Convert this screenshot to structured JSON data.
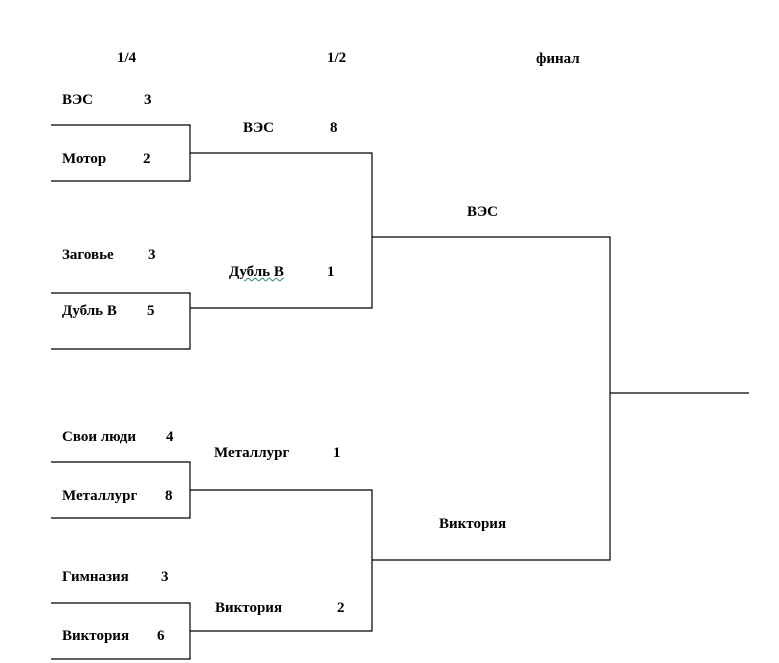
{
  "rounds": {
    "quarter": "1/4",
    "semi": "1/2",
    "final": "финал"
  },
  "quarterfinals": [
    {
      "team1": "ВЭС",
      "score1": "3",
      "team2": "Мотор",
      "score2": "2"
    },
    {
      "team1": "Заговье",
      "score1": "3",
      "team2": "Дубль В",
      "score2": "5"
    },
    {
      "team1": "Свои люди",
      "score1": "4",
      "team2": "Металлург",
      "score2": "8"
    },
    {
      "team1": "Гимназия",
      "score1": "3",
      "team2": "Виктория",
      "score2": "6"
    }
  ],
  "semifinals": [
    {
      "team1": "ВЭС",
      "score1": "8",
      "team2": "Дубль В",
      "score2": "1"
    },
    {
      "team1": "Металлург",
      "score1": "1",
      "team2": "Виктория",
      "score2": "2"
    }
  ],
  "final": {
    "team1": "ВЭС",
    "team2": "Виктория"
  }
}
